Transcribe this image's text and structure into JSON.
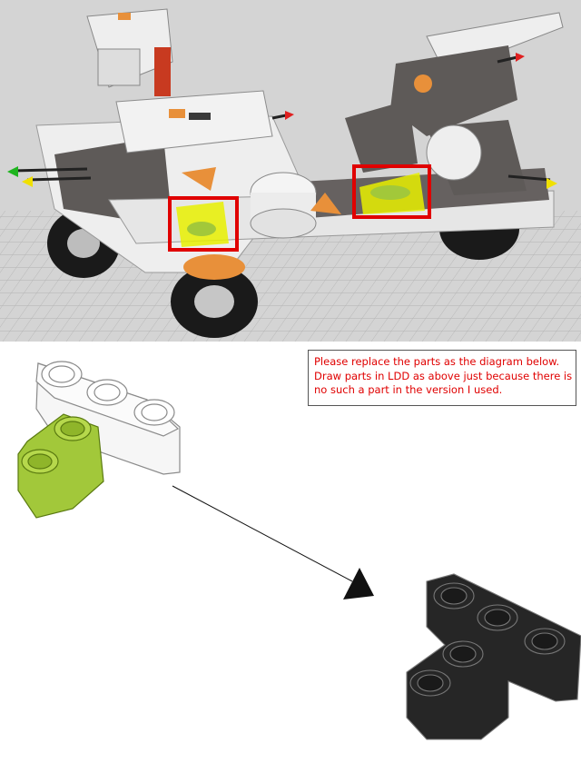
{
  "note": {
    "lines": [
      "Please replace the parts as the diagram below.",
      "Draw parts in LDD as above just because there is",
      "no such a part in the version I used."
    ],
    "text_color": "#e00000"
  },
  "render": {
    "background": "#d4d4d4",
    "grid_color": "#b4b4b4",
    "highlight_box_color": "#e00000",
    "highlight_fill": "#e8f000"
  },
  "parts": {
    "white_beam_color": "#f6f6f6",
    "green_beam_color": "#a2c83a",
    "black_tbeam_color": "#262626",
    "arrow_color": "#111111"
  }
}
